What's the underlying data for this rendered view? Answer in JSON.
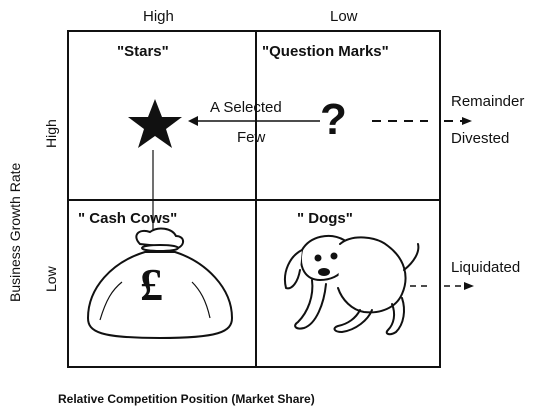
{
  "axis": {
    "top_high": "High",
    "top_low": "Low",
    "side_high": "High",
    "side_low": "Low",
    "x_label": "Relative Competition Position (Market Share)",
    "y_label": "Business Growth Rate"
  },
  "quadrants": {
    "stars": "\"Stars\"",
    "question_marks": "\"Question Marks\"",
    "cash_cows": "\" Cash  Cows\"",
    "dogs": "\" Dogs\""
  },
  "annotations": {
    "selected_line1": "A Selected",
    "selected_line2": "Few",
    "remainder": "Remainder",
    "divested": "Divested",
    "liquidated": "Liquidated",
    "question_glyph": "?",
    "pound_glyph": "£"
  },
  "icons": {
    "star": "star-icon",
    "question": "question-mark-icon",
    "money_bag": "money-bag-icon",
    "dog": "dog-icon"
  }
}
